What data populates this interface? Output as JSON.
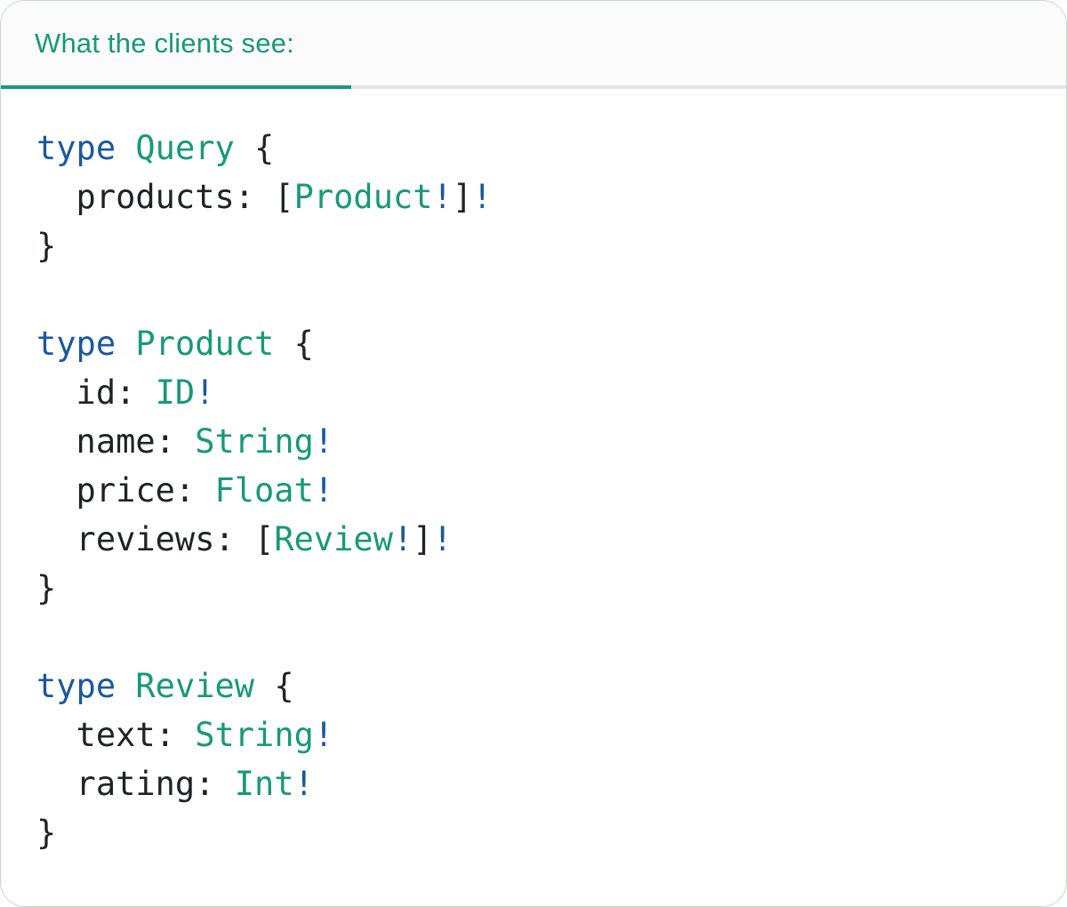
{
  "colors": {
    "accent_green": "#17997A",
    "keyword_blue": "#19599E",
    "code_dark": "#1F2226",
    "line_gray": "#E4E4E4",
    "header_bg": "#FBFBFB",
    "card_border": "#BFDCCB"
  },
  "tab": {
    "label": "What the clients see:"
  },
  "code": {
    "language": "graphql",
    "lines": [
      [
        {
          "t": "type",
          "c": "k"
        },
        {
          "t": " ",
          "c": "p"
        },
        {
          "t": "Query",
          "c": "g"
        },
        {
          "t": " {",
          "c": "p"
        }
      ],
      [
        {
          "t": "  products: [",
          "c": "p"
        },
        {
          "t": "Product",
          "c": "g"
        },
        {
          "t": "!",
          "c": "k"
        },
        {
          "t": "]",
          "c": "p"
        },
        {
          "t": "!",
          "c": "k"
        }
      ],
      [
        {
          "t": "}",
          "c": "p"
        }
      ],
      [],
      [
        {
          "t": "type",
          "c": "k"
        },
        {
          "t": " ",
          "c": "p"
        },
        {
          "t": "Product",
          "c": "g"
        },
        {
          "t": " {",
          "c": "p"
        }
      ],
      [
        {
          "t": "  id: ",
          "c": "p"
        },
        {
          "t": "ID",
          "c": "g"
        },
        {
          "t": "!",
          "c": "k"
        }
      ],
      [
        {
          "t": "  name: ",
          "c": "p"
        },
        {
          "t": "String",
          "c": "g"
        },
        {
          "t": "!",
          "c": "k"
        }
      ],
      [
        {
          "t": "  price: ",
          "c": "p"
        },
        {
          "t": "Float",
          "c": "g"
        },
        {
          "t": "!",
          "c": "k"
        }
      ],
      [
        {
          "t": "  reviews: [",
          "c": "p"
        },
        {
          "t": "Review",
          "c": "g"
        },
        {
          "t": "!",
          "c": "k"
        },
        {
          "t": "]",
          "c": "p"
        },
        {
          "t": "!",
          "c": "k"
        }
      ],
      [
        {
          "t": "}",
          "c": "p"
        }
      ],
      [],
      [
        {
          "t": "type",
          "c": "k"
        },
        {
          "t": " ",
          "c": "p"
        },
        {
          "t": "Review",
          "c": "g"
        },
        {
          "t": " {",
          "c": "p"
        }
      ],
      [
        {
          "t": "  text: ",
          "c": "p"
        },
        {
          "t": "String",
          "c": "g"
        },
        {
          "t": "!",
          "c": "k"
        }
      ],
      [
        {
          "t": "  rating: ",
          "c": "p"
        },
        {
          "t": "Int",
          "c": "g"
        },
        {
          "t": "!",
          "c": "k"
        }
      ],
      [
        {
          "t": "}",
          "c": "p"
        }
      ]
    ]
  }
}
